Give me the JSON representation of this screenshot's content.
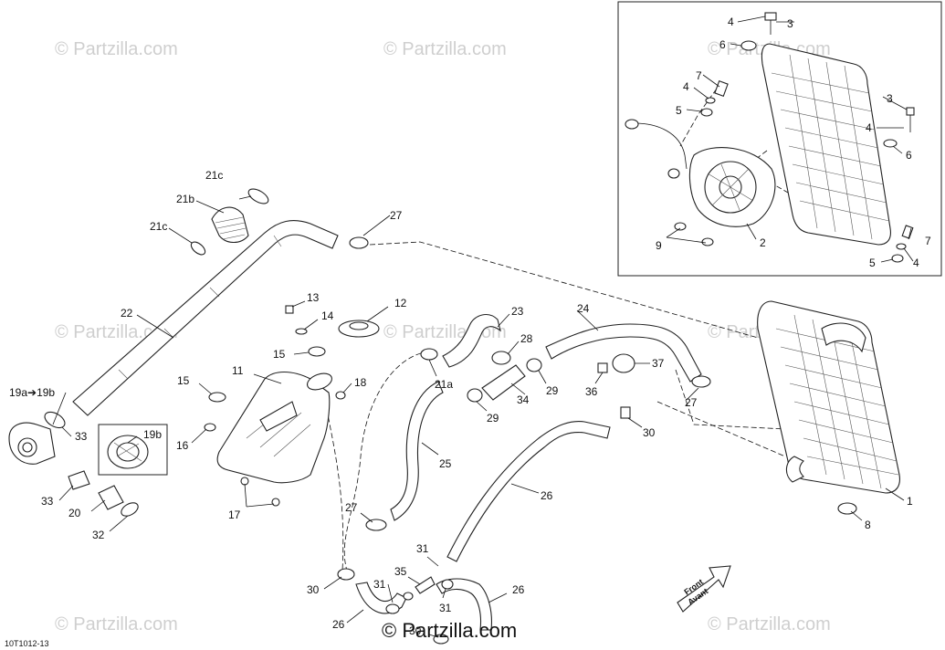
{
  "diagram_code": "10T1012-13",
  "brand": "© Partzilla.com",
  "watermark": "© Partzilla.com",
  "front_label_1": "Front",
  "front_label_2": "Avant",
  "callouts": {
    "c1": "1",
    "c2": "2",
    "c3a": "3",
    "c3b": "3",
    "c4a": "4",
    "c4b": "4",
    "c4c": "4",
    "c4d": "4",
    "c5a": "5",
    "c5b": "5",
    "c6a": "6",
    "c6b": "6",
    "c7a": "7",
    "c7b": "7",
    "c8": "8",
    "c9": "9",
    "c11": "11",
    "c12": "12",
    "c13": "13",
    "c14": "14",
    "c15a": "15",
    "c15b": "15",
    "c16": "16",
    "c17": "17",
    "c18": "18",
    "c19a19b": "19a➔19b",
    "c19b": "19b",
    "c20": "20",
    "c21a": "21a",
    "c21b": "21b",
    "c21c1": "21c",
    "c21c2": "21c",
    "c22": "22",
    "c23": "23",
    "c24": "24",
    "c25": "25",
    "c26a": "26",
    "c26b": "26",
    "c26c": "26",
    "c27a": "27",
    "c27b": "27",
    "c27c": "27",
    "c28": "28",
    "c29a": "29",
    "c29b": "29",
    "c30a": "30",
    "c30b": "30",
    "c30c": "30",
    "c31a": "31",
    "c31b": "31",
    "c31c": "31",
    "c32": "32",
    "c33a": "33",
    "c33b": "33",
    "c34": "34",
    "c35": "35",
    "c36": "36",
    "c37": "37"
  }
}
